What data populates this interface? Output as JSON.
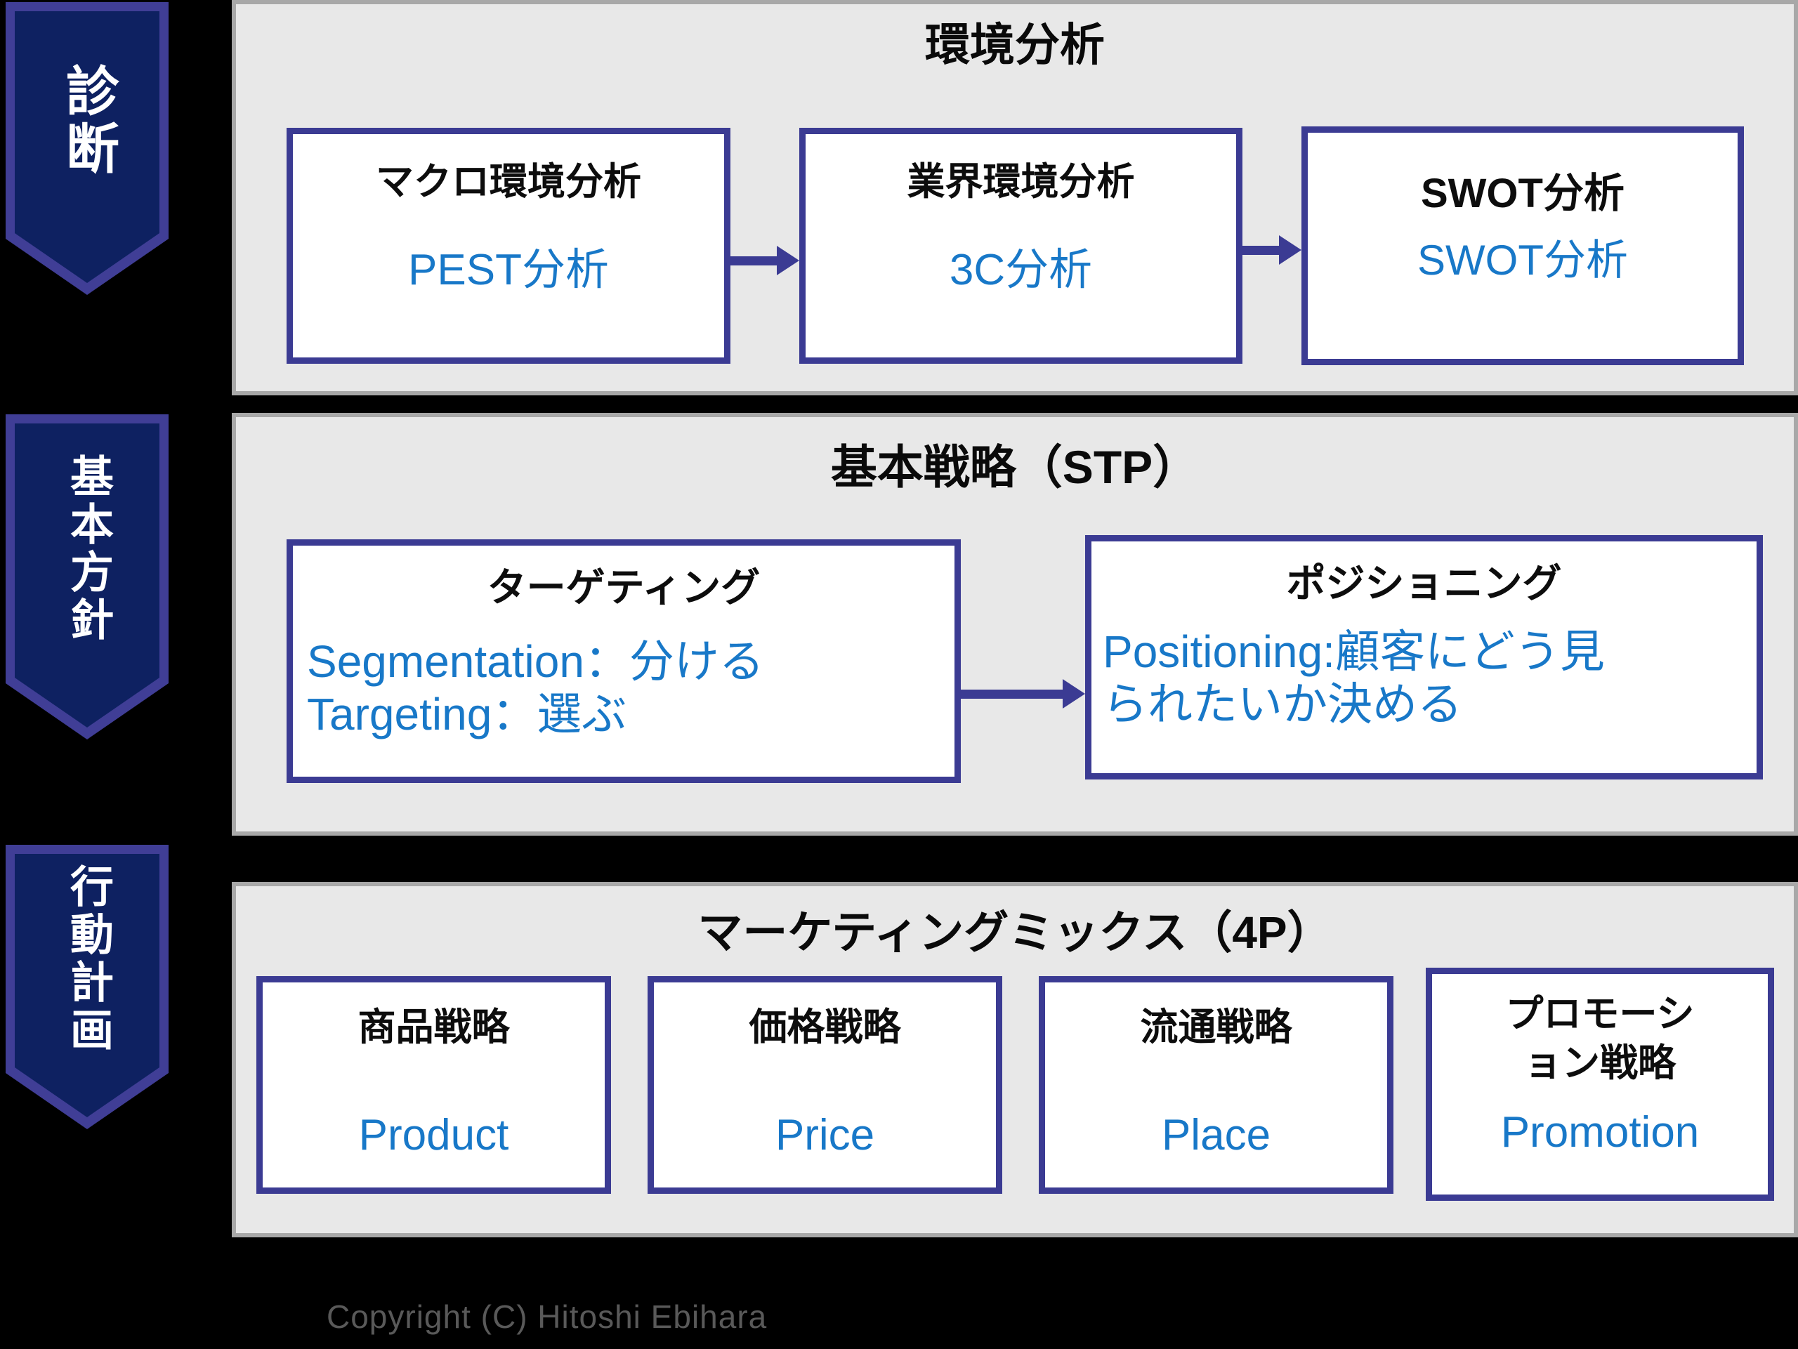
{
  "sidebar": {
    "ribbons": [
      {
        "label": "診断"
      },
      {
        "label": "基本方針"
      },
      {
        "label": "行動計画"
      }
    ]
  },
  "panels": [
    {
      "title": "環境分析",
      "boxes": [
        {
          "heading": "マクロ環境分析",
          "subtitle": "PEST分析"
        },
        {
          "heading": "業界環境分析",
          "subtitle": "3C分析"
        },
        {
          "heading": "SWOT分析",
          "subtitle": "SWOT分析"
        }
      ]
    },
    {
      "title": "基本戦略（STP）",
      "boxes": [
        {
          "heading": "ターゲティング",
          "lines": [
            "Segmentation：分ける",
            "Targeting：選ぶ"
          ]
        },
        {
          "heading": "ポジショニング",
          "lines": [
            "Positioning:顧客にどう見",
            "られたいか決める"
          ]
        }
      ]
    },
    {
      "title": "マーケティングミックス（4P）",
      "boxes": [
        {
          "heading": "商品戦略",
          "subtitle": "Product"
        },
        {
          "heading": "価格戦略",
          "subtitle": "Price"
        },
        {
          "heading": "流通戦略",
          "subtitle": "Place"
        },
        {
          "heading_lines": [
            "プロモーシ",
            "ョン戦略"
          ],
          "subtitle": "Promotion"
        }
      ]
    }
  ],
  "footer": {
    "copyright": "Copyright (C) Hitoshi Ebihara"
  },
  "colors": {
    "ribbon_fill": "#0e2161",
    "ribbon_border": "#403e96",
    "box_border": "#3b3b93",
    "panel_fill": "#e8e8e8",
    "panel_border": "#a8a8a8",
    "blue_text": "#1878c8",
    "heading_text": "#0d0d0d",
    "copyright_text": "#595959",
    "background": "#000000"
  }
}
